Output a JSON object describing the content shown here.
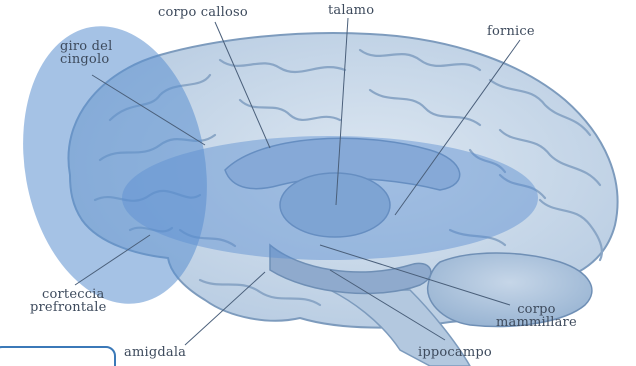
{
  "labels": {
    "corpo_calloso": "corpo calloso",
    "talamo": "talamo",
    "fornice": "fornice",
    "giro_del_cingolo": [
      "giro del",
      "cingolo"
    ],
    "corteccia_prefrontale": [
      "corteccia",
      "prefrontale"
    ],
    "amigdala": "amigdala",
    "ippocampo": "ippocampo",
    "corpo_mammillare": [
      "corpo",
      "mammillare"
    ]
  },
  "colors": {
    "brain_fill": "#c9d8e8",
    "brain_line": "#7d9bbd",
    "highlight": "#5b8fd0",
    "label_text": "#3d4a5c",
    "tab_border": "#3b79b8"
  }
}
